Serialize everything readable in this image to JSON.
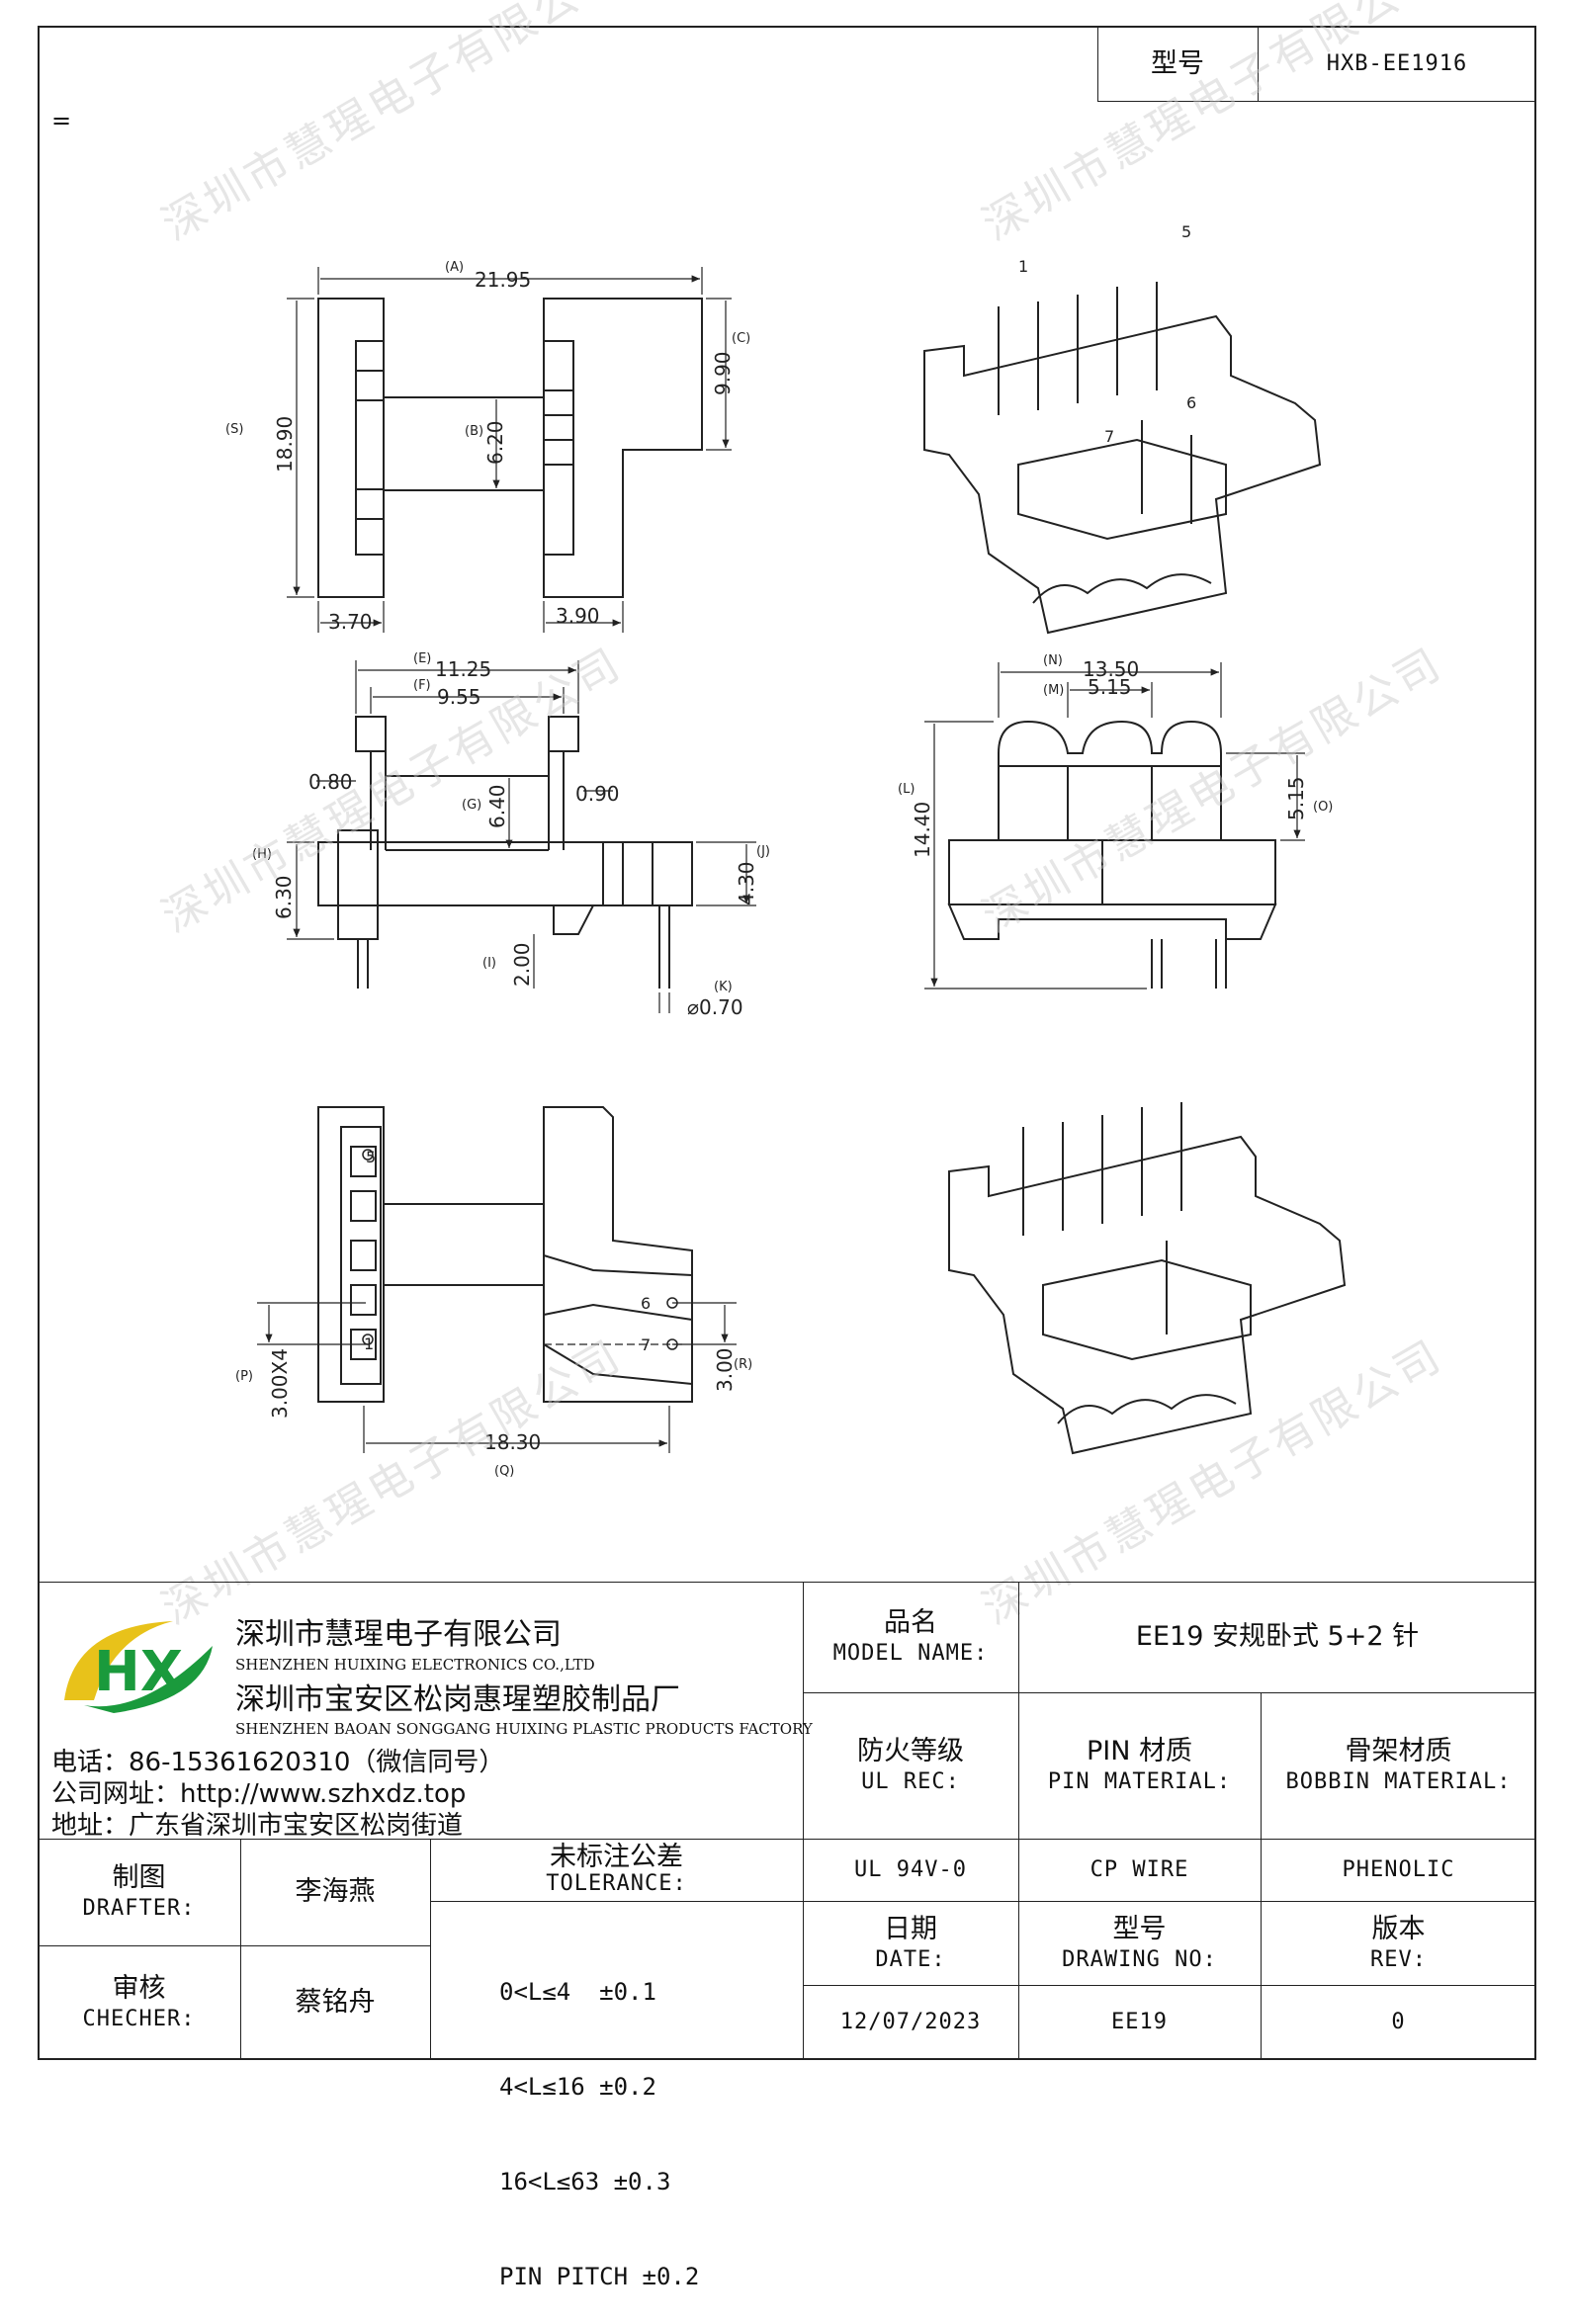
{
  "header": {
    "model_label": "型号",
    "model_value": "HXB-EE1916",
    "stray_mark": "="
  },
  "drawing": {
    "top_left": {
      "A": "(A)",
      "A_val": "21.95",
      "C": "(C)",
      "C_val": "9.90",
      "S": "(S)",
      "S_val": "18.90",
      "B": "(B)",
      "B_val": "6.20",
      "w1": "3.70",
      "w2": "3.90"
    },
    "top_right": {
      "pin1": "1",
      "pin5": "5",
      "pin6": "6",
      "pin7": "7"
    },
    "mid_left": {
      "E": "(E)",
      "E_val": "11.25",
      "F": "(F)",
      "F_val": "9.55",
      "G": "(G)",
      "G_val": "6.40",
      "d080": "0.80",
      "d090": "0.90",
      "H": "(H)",
      "H_val": "6.30",
      "J": "(J)",
      "J_val": "4.30",
      "I": "(I)",
      "I_val": "2.00",
      "K": "(K)",
      "K_val": "⌀0.70"
    },
    "mid_right": {
      "N": "(N)",
      "N_val": "13.50",
      "M": "(M)",
      "M_val": "5.15",
      "L": "(L)",
      "L_val": "14.40",
      "O": "(O)",
      "O_val": "5.15"
    },
    "bottom_left": {
      "p5": "5",
      "p1": "1",
      "p6": "6",
      "p7": "7",
      "P": "(P)",
      "P_val": "3.00X4",
      "R": "(R)",
      "R_val": "3.00",
      "Q": "(Q)",
      "Q_val": "18.30"
    }
  },
  "company": {
    "name_cn": "深圳市慧瑆电子有限公司",
    "name_en": "SHENZHEN HUIXING ELECTRONICS CO.,LTD",
    "factory_cn": "深圳市宝安区松岗惠瑆塑胶制品厂",
    "factory_en": "SHENZHEN BAOAN SONGGANG HUIXING PLASTIC PRODUCTS FACTORY",
    "phone": "电话：86-15361620310（微信同号）",
    "website": "公司网址：http://www.szhxdz.top",
    "address": "地址：广东省深圳市宝安区松岗街道",
    "logo_letters": "HX",
    "logo_colors": {
      "green": "#1a9a3c",
      "yellow": "#e8c21a"
    }
  },
  "title_block": {
    "model_name_cn": "品名",
    "model_name_en": "MODEL NAME:",
    "model_name_value": "EE19 安规卧式 5+2 针",
    "ul_cn": "防火等级",
    "ul_en": "UL REC:",
    "pin_mat_cn": "PIN 材质",
    "pin_mat_en": "PIN MATERIAL:",
    "bobbin_cn": "骨架材质",
    "bobbin_en": "BOBBIN MATERIAL:",
    "ul_value": "UL 94V-0",
    "pin_value": "CP WIRE",
    "bobbin_value": "PHENOLIC",
    "drafter_cn": "制图",
    "drafter_en": "DRAFTER:",
    "drafter_name": "李海燕",
    "checker_cn": "审核",
    "checker_en": "CHECHER:",
    "checker_name": "蔡铭舟",
    "tol_cn": "未标注公差",
    "tol_en": "TOLERANCE:",
    "tol_lines": [
      "0<L≤4  ±0.1",
      "4<L≤16 ±0.2",
      "16<L≤63 ±0.3",
      "PIN PITCH ±0.2"
    ],
    "date_cn": "日期",
    "date_en": "DATE:",
    "drawing_cn": "型号",
    "drawing_en": "DRAWING NO:",
    "rev_cn": "版本",
    "rev_en": "REV:",
    "date_value": "12/07/2023",
    "drawing_value": "EE19",
    "rev_value": "0"
  },
  "watermark": "深圳市慧瑆电子有限公司"
}
